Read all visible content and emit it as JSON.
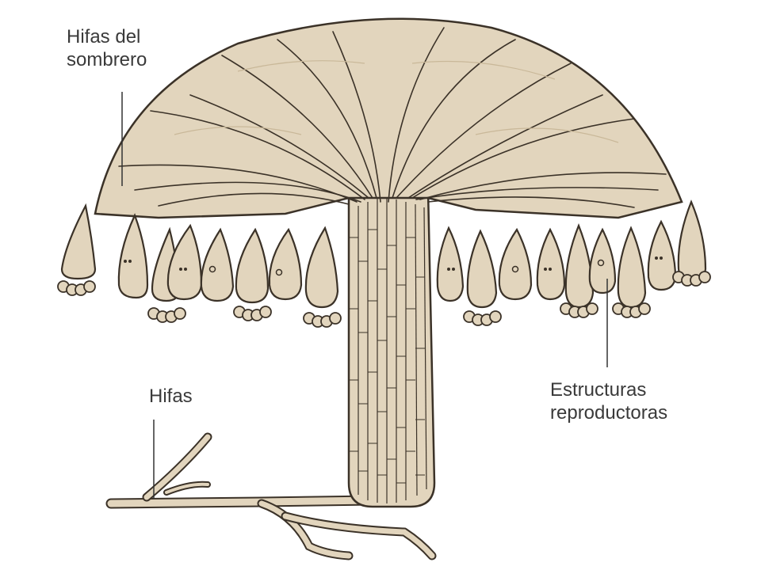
{
  "labels": {
    "cap_hyphae": [
      "Hifas del",
      "sombrero"
    ],
    "hyphae": "Hifas",
    "reproductive": [
      "Estructuras",
      "reproductoras"
    ]
  },
  "colors": {
    "hypha_fill": "#e2d5bd",
    "hypha_stroke": "#3b3228",
    "hypha_shade": "#c9b899",
    "leader_line": "#333333",
    "label_text": "#3a3a3a"
  }
}
